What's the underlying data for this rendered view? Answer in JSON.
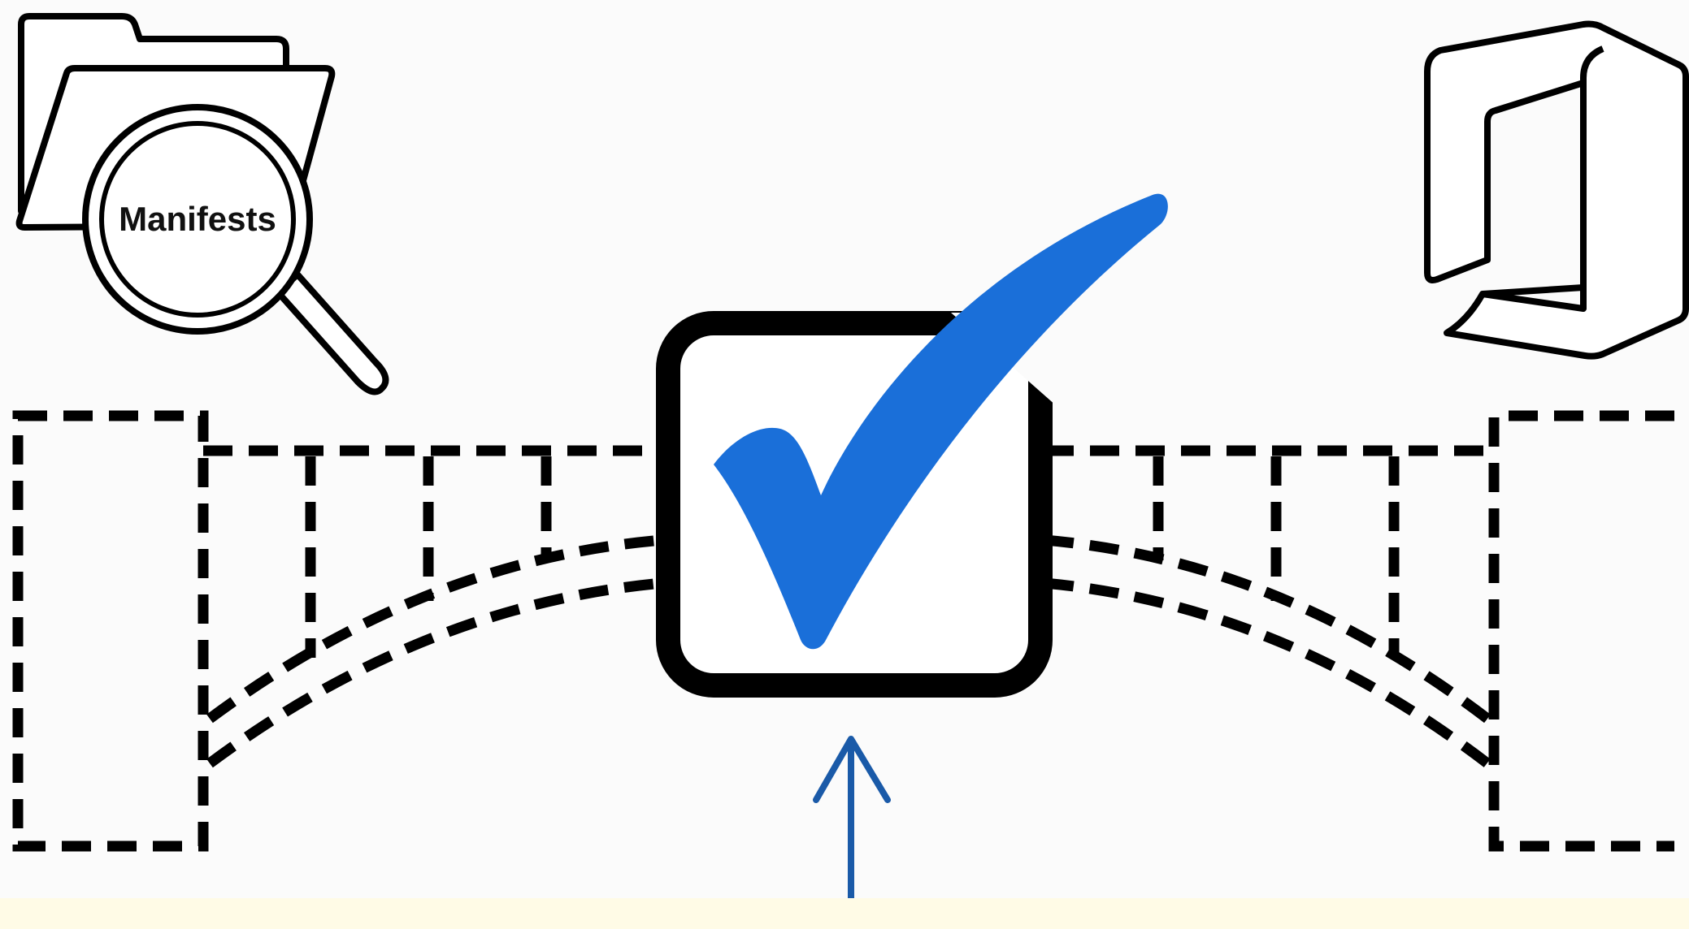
{
  "folder_icon": {
    "icon": "folder-icon",
    "magnifier_icon": "magnifying-glass-icon",
    "label": "Manifests"
  },
  "office_icon": {
    "icon": "microsoft-office-logo"
  },
  "checkbox": {
    "icon": "checkbox-icon",
    "check_icon": "checkmark-icon",
    "check_color": "#1a6fd9"
  },
  "arrow": {
    "icon": "up-arrow-icon",
    "color": "#1a5aa8"
  },
  "bridges": {
    "left": "dashed-bridge-left",
    "right": "dashed-bridge-right"
  }
}
